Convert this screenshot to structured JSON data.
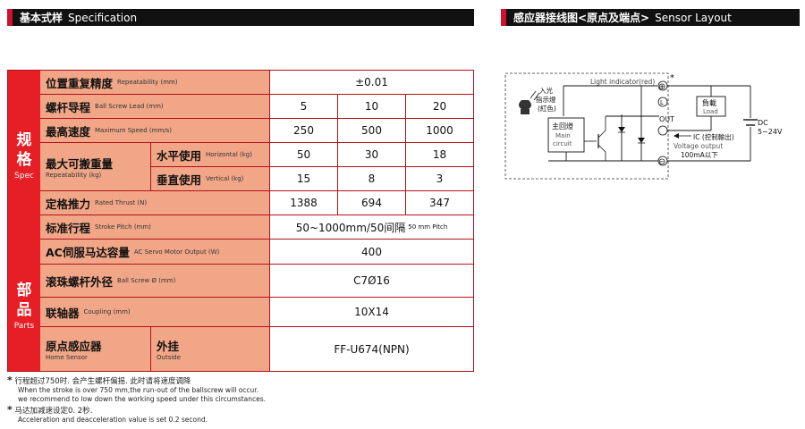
{
  "header_left": {
    "cn": "基本式样",
    "en": "Specification"
  },
  "header_right": {
    "cn": "感应器接线图<原点及端点>",
    "en": "Sensor Layout"
  },
  "side": {
    "spec": {
      "c1": "规",
      "c2": "格",
      "en": "Spec"
    },
    "parts": {
      "c1": "部",
      "c2": "品",
      "en": "Parts"
    }
  },
  "rows": {
    "repeatability": {
      "cn": "位置重复精度",
      "en": "Repeatability (mm)",
      "value": "±0.01"
    },
    "lead": {
      "cn": "螺杆导程",
      "en": "Ball Screw Lead (mm)",
      "values": [
        "5",
        "10",
        "20"
      ]
    },
    "speed": {
      "cn": "最高速度",
      "en": "Maximum Speed (mm/s)",
      "values": [
        "250",
        "500",
        "1000"
      ]
    },
    "payload": {
      "cn": "最大可搬重量",
      "en": "Repeatability (kg)",
      "horizontal": {
        "cn": "水平使用",
        "en": "Horizontal (kg)",
        "values": [
          "50",
          "30",
          "18"
        ]
      },
      "vertical": {
        "cn": "垂直使用",
        "en": "Vertical (kg)",
        "values": [
          "15",
          "8",
          "3"
        ]
      }
    },
    "thrust": {
      "cn": "定格推力",
      "en": "Rated Thrust (N)",
      "values": [
        "1388",
        "694",
        "347"
      ]
    },
    "stroke": {
      "cn": "标准行程",
      "en": "Stroke Pitch (mm)",
      "value": "50~1000mm/50间隔",
      "value_small": "50 mm Pitch"
    },
    "motor": {
      "cn": "AC伺服马达容量",
      "en": "AC Servo Motor Output (W)",
      "value": "400"
    },
    "screw": {
      "cn": "滚珠螺杆外径",
      "en": "Ball Screw Ø (mm)",
      "value": "C7Ø16"
    },
    "coupling": {
      "cn": "联轴器",
      "en": "Coupling (mm)",
      "value": "10X14"
    },
    "sensor": {
      "cn": "原点感应器",
      "en": "Home Sensor",
      "sub_cn": "外挂",
      "sub_en": "Outside",
      "value": "FF-U674(NPN)"
    }
  },
  "notes": {
    "n1_cn": "行程超过750时. 会产生螺杆偏摇. 此时请将速度调降",
    "n1_en1": "When the stroke is over 750 mm,the run-out of the ballscrew will occur.",
    "n1_en2": "we recommend to low down the working speed under this circumstances.",
    "n2_cn": "马达加减速设定0. 2秒.",
    "n2_en": "Acceleration and deacceleration value is set 0.2 second.",
    "star": "*"
  },
  "diagram": {
    "light_indicator": "Light indicator(red)",
    "in_light_1": "入光",
    "in_light_2": "指示燈",
    "in_light_3": "(紅色)",
    "main_cn": "主回燈",
    "main_en1": "Main",
    "main_en2": "circuit",
    "load_cn": "負載",
    "load_en": "Load",
    "out": "OUT",
    "ic": "IC (控制輸出)",
    "voltage": "Voltage output",
    "current": "100mA以下",
    "dc": "DC",
    "dc_range": "5~24V",
    "plus": "⊕",
    "minus": "⊖",
    "l_mark": "L",
    "star": "*"
  },
  "colors": {
    "accent": "#d0112b",
    "side": "#e61e25",
    "label_bg": "#f0a687",
    "border": "#b31019"
  }
}
